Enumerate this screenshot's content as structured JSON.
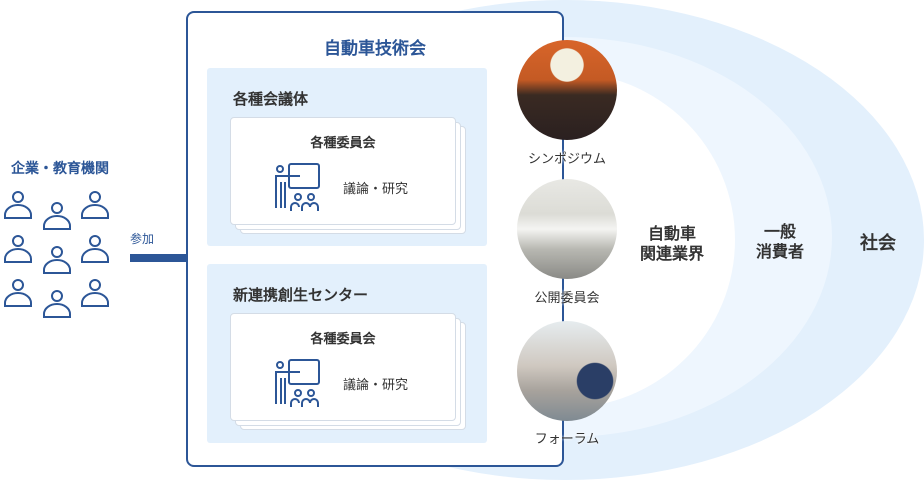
{
  "organizations": {
    "title": "企業・教育機関"
  },
  "join_label": "参加",
  "main": {
    "title": "自動車技術会",
    "panels": [
      {
        "title": "各種会議体",
        "card_title": "各種委員会",
        "card_text": "議論・研究"
      },
      {
        "title": "新連携創生センター",
        "card_title": "各種委員会",
        "card_text": "議論・研究"
      }
    ]
  },
  "activities": [
    {
      "label": "シンポジウム"
    },
    {
      "label": "公開委員会"
    },
    {
      "label": "フォーラム"
    }
  ],
  "rings": {
    "inner": {
      "line1": "自動車",
      "line2": "関連業界"
    },
    "middle": {
      "line1": "一般",
      "line2": "消費者"
    },
    "outer": {
      "line1": "社会"
    }
  },
  "colors": {
    "brand": "#2c5697",
    "outer_ring": "#e3f0fc",
    "middle_ring": "#eef6fe",
    "panel": "#e3f0fc"
  }
}
